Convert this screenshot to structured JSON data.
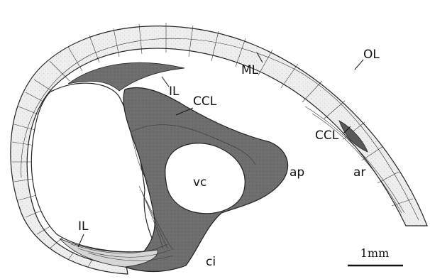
{
  "labels": {
    "il_upper": "IL",
    "ml": "ML",
    "ol": "OL",
    "ccl_center": "CCL",
    "ccl_right": "CCL",
    "ar": "ar",
    "ap": "ap",
    "vc": "vc",
    "il_lower": "IL",
    "ci": "ci"
  },
  "scale_bar": {
    "label": "1mm"
  },
  "colors": {
    "background": "#ffffff",
    "dark_layer": "#6b6b6b",
    "light_layer": "#ececec",
    "outline": "#222222"
  }
}
